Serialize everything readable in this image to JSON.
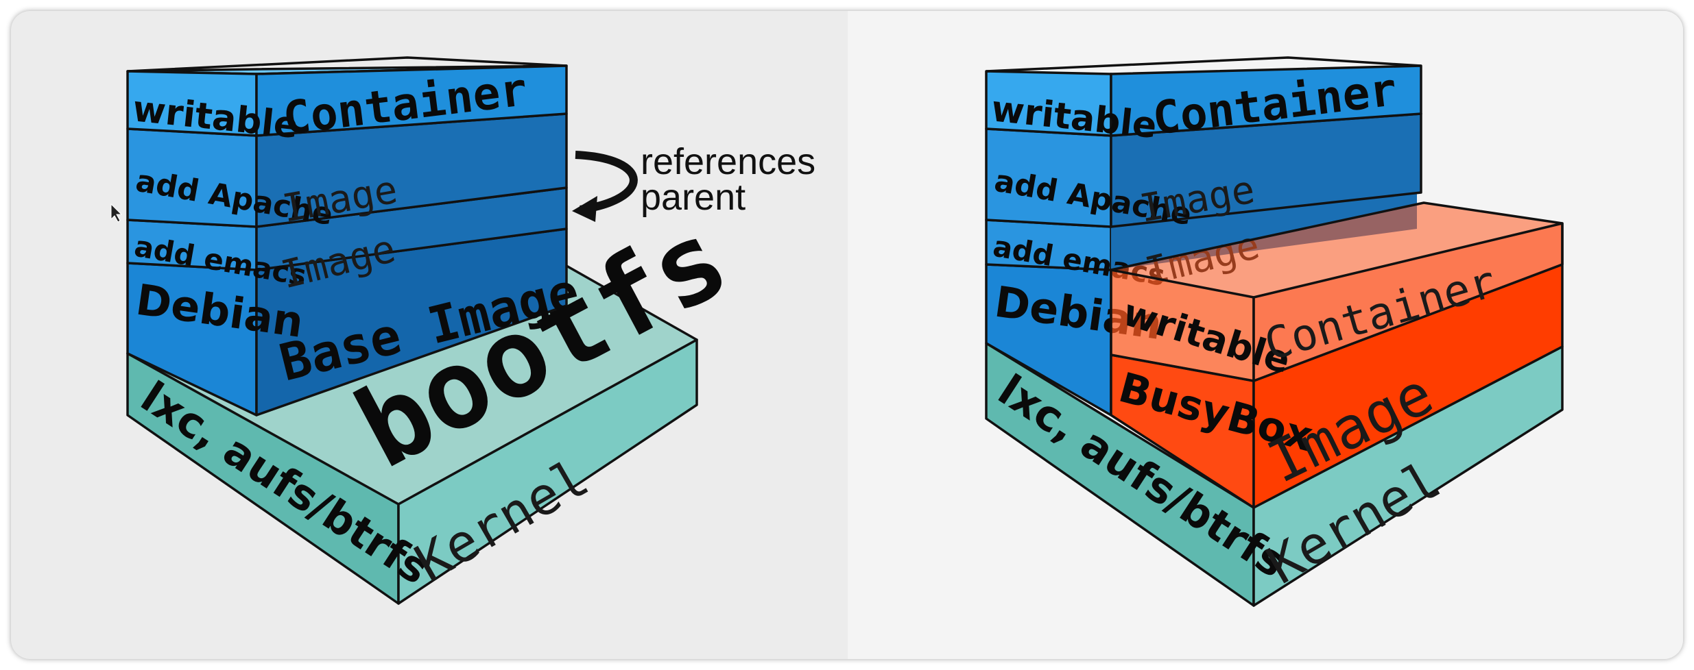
{
  "left_stack": {
    "layers": {
      "container": {
        "side_label": "writable",
        "front_label": "Container"
      },
      "apache": {
        "side_label": "add Apache",
        "front_label": "Image"
      },
      "emacs": {
        "side_label": "add emacs",
        "front_label": "Image"
      },
      "debian": {
        "side_label": "Debian",
        "front_label": "Base Image"
      },
      "kernel": {
        "side_label": "lxc, aufs/btrfs",
        "front_label": "Kernel",
        "top_label": "bootfs"
      }
    },
    "annotation": {
      "line1": "references",
      "line2": "parent"
    }
  },
  "right_stack": {
    "layers": {
      "container": {
        "side_label": "writable",
        "front_label": "Container"
      },
      "apache": {
        "side_label": "add Apache",
        "front_label": "Image"
      },
      "emacs": {
        "side_label": "add emacs",
        "front_label": "Image"
      },
      "debian": {
        "side_label": "Debian"
      },
      "kernel": {
        "side_label": "lxc, aufs/btrfs",
        "front_label": "Kernel"
      },
      "busybox": {
        "side_label": "BusyBox",
        "front_label": "Image"
      },
      "busybox_container": {
        "side_label": "writable",
        "front_label": "Container"
      }
    }
  },
  "colors": {
    "kernel_top": "#9fd3cb",
    "kernel_side": "#59b6ac",
    "kernel_front": "#7ccbc3",
    "base_left": "#1b86d6",
    "base_front": "#1466ab",
    "layer_left": "#2a95e0",
    "layer_front": "#1a6fb4",
    "container_left": "#36a8ee",
    "container_front": "#1f8fdc",
    "orange": "#ff4a12",
    "orange_front": "#ff3d00",
    "panel_left_bg": "#ececec",
    "panel_right_bg": "#f4f4f4"
  }
}
